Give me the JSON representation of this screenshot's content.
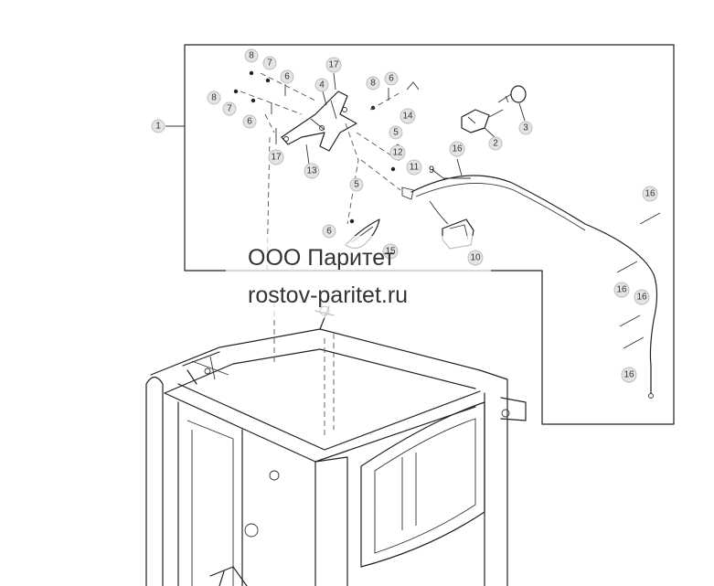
{
  "watermark": {
    "company": "ООО Паритет",
    "site": "rostov-paritet.ru"
  },
  "callouts": {
    "c1": "1",
    "c2": "2",
    "c3": "3",
    "c4": "4",
    "c5a": "5",
    "c5b": "5",
    "c6a": "6",
    "c6b": "6",
    "c6c": "6",
    "c6d": "6",
    "c7a": "7",
    "c7b": "7",
    "c8a": "8",
    "c8b": "8",
    "c8c": "8",
    "c9": "9",
    "c10": "10",
    "c11": "11",
    "c12": "12",
    "c13": "13",
    "c14": "14",
    "c15": "15",
    "c16a": "16",
    "c16b": "16",
    "c16c": "16",
    "c16d": "16",
    "c16e": "16",
    "c17a": "17",
    "c17b": "17"
  }
}
